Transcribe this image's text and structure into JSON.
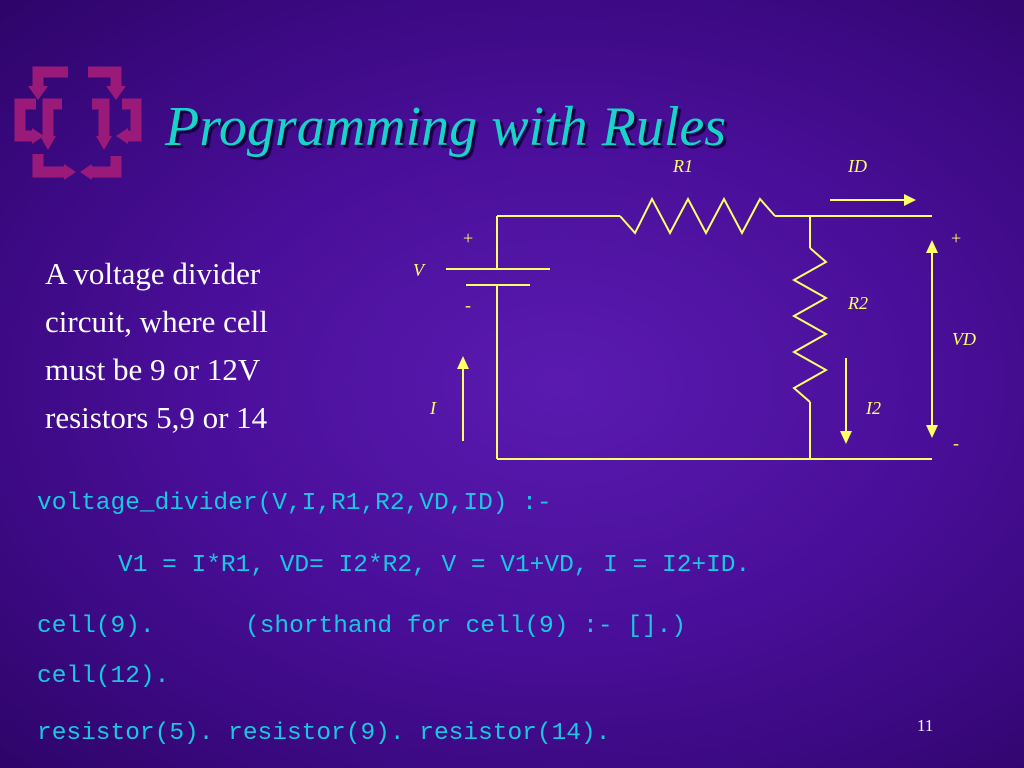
{
  "slide": {
    "title": "Programming with Rules",
    "page_number": "11",
    "logo_icon": "rotating-arrows-icon",
    "colors": {
      "background": "#4a0f9a",
      "title": "#19d3c8",
      "code": "#19c8e0",
      "circuit": "#ffff66",
      "logo": "#9a1a7a"
    }
  },
  "description": {
    "lines": [
      "A voltage divider",
      "circuit, where cell",
      "must be 9 or 12V",
      "resistors 5,9 or 14"
    ]
  },
  "circuit": {
    "labels": {
      "r1": "R1",
      "id": "ID",
      "v": "V",
      "r2": "R2",
      "vd": "VD",
      "i": "I",
      "i2": "I2",
      "plus_left": "+",
      "minus_left": "-",
      "plus_right": "+",
      "minus_right": "-"
    }
  },
  "code": {
    "rule_head": "voltage_divider(V,I,R1,R2,VD,ID) :-",
    "rule_body": "V1 = I*R1, VD= I2*R2, V = V1+VD, I = I2+ID.",
    "cell_fact_1": "cell(9).",
    "cell_note": "(shorthand for cell(9) :- [].)",
    "cell_fact_2": "cell(12).",
    "resistor_facts": "resistor(5). resistor(9). resistor(14)."
  }
}
